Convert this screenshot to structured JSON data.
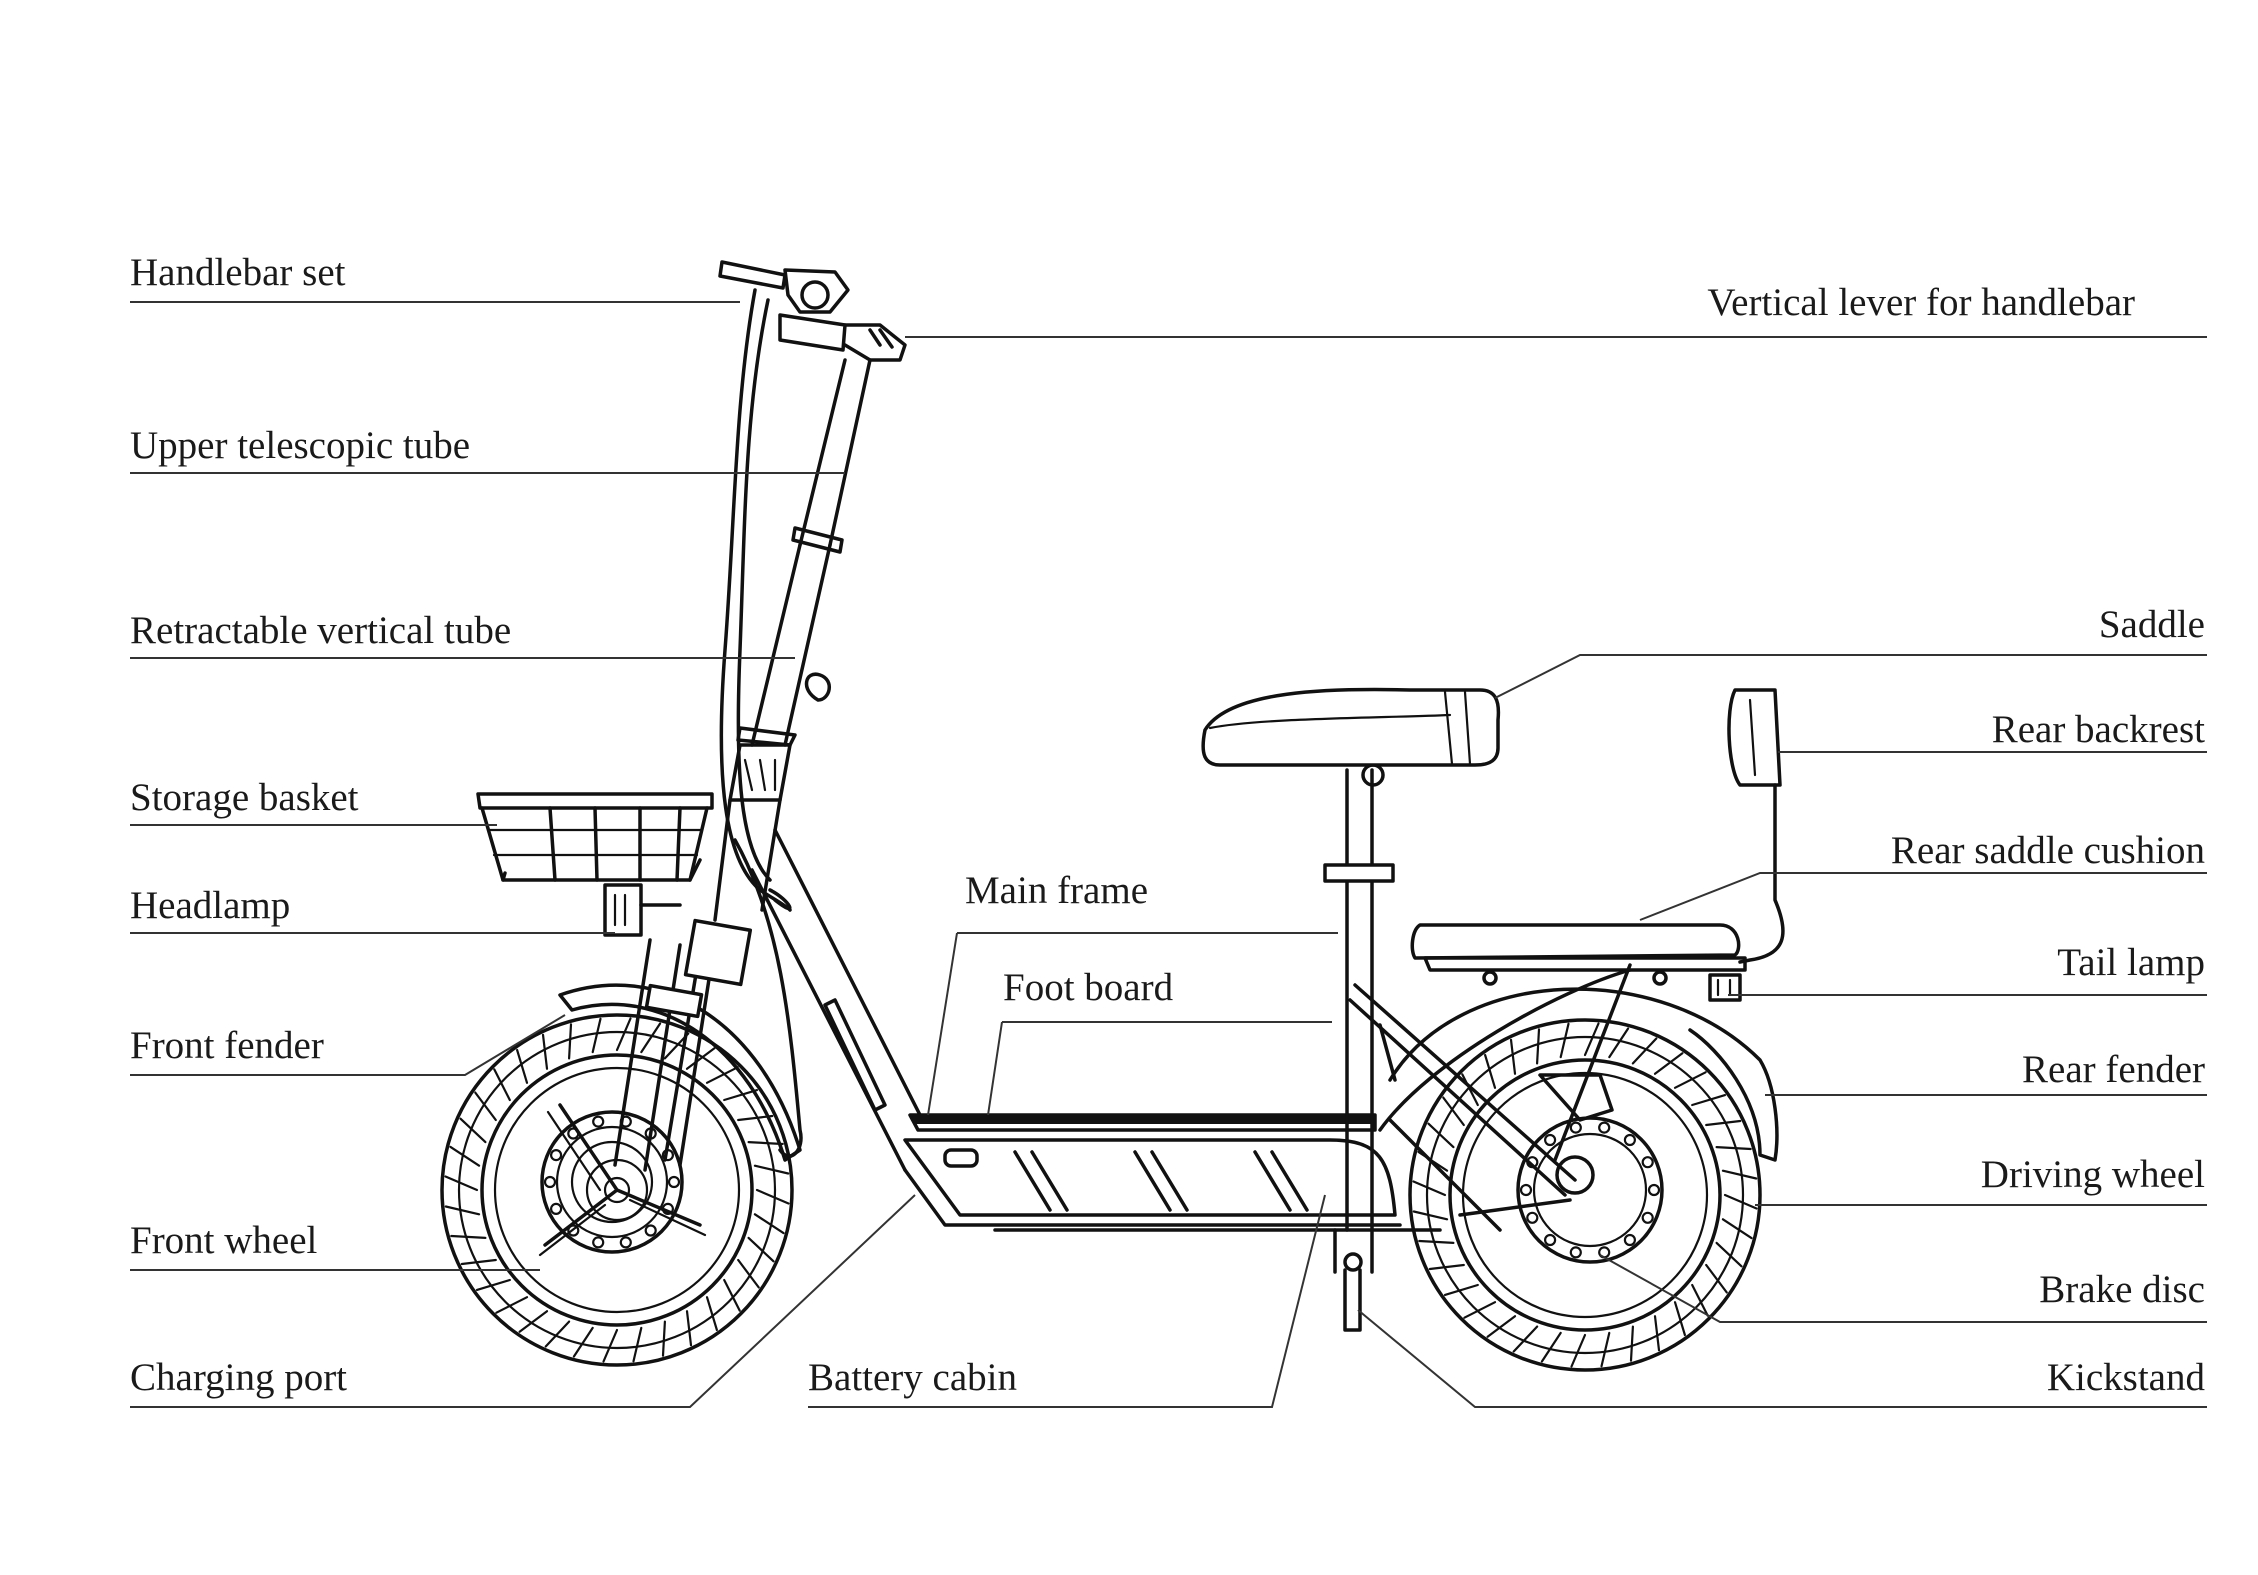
{
  "labels": {
    "handlebar_set": "Handlebar set",
    "upper_telescopic_tube": "Upper telescopic tube",
    "retractable_vertical_tube": "Retractable vertical tube",
    "storage_basket": "Storage basket",
    "headlamp": "Headlamp",
    "front_fender": "Front fender",
    "front_wheel": "Front wheel",
    "charging_port": "Charging port",
    "battery_cabin": "Battery cabin",
    "main_frame": "Main frame",
    "foot_board": "Foot board",
    "vertical_lever": "Vertical lever for handlebar",
    "saddle": "Saddle",
    "rear_backrest": "Rear backrest",
    "rear_saddle_cushion": "Rear saddle cushion",
    "tail_lamp": "Tail lamp",
    "rear_fender": "Rear fender",
    "driving_wheel": "Driving wheel",
    "brake_disc": "Brake disc",
    "kickstand": "Kickstand"
  }
}
